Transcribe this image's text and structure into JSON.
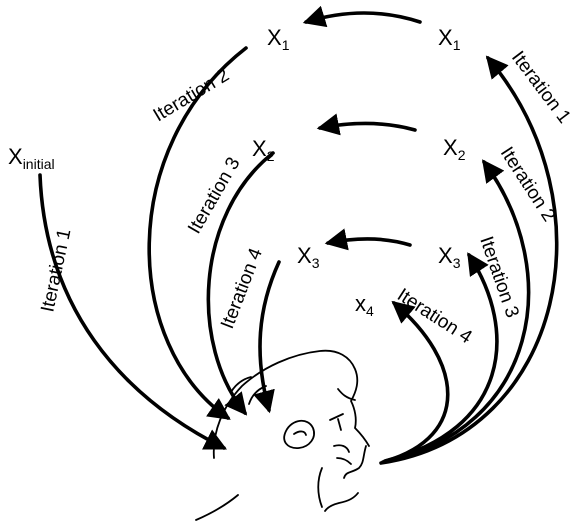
{
  "diagram": {
    "x_initial": {
      "main": "X",
      "sub": "initial"
    },
    "outer_left_x": [
      {
        "main": "X",
        "sub": "1"
      },
      {
        "main": "X",
        "sub": "2"
      },
      {
        "main": "X",
        "sub": "3"
      }
    ],
    "outer_right_x": [
      {
        "main": "X",
        "sub": "1"
      },
      {
        "main": "X",
        "sub": "2"
      },
      {
        "main": "X",
        "sub": "3"
      }
    ],
    "final_x": {
      "main": "x",
      "sub": "4"
    },
    "left_iterations": [
      "Iteration 1",
      "Iteration 2",
      "Iteration 3",
      "Iteration 4"
    ],
    "right_iterations": [
      "Iteration 1",
      "Iteration 2",
      "Iteration 3",
      "Iteration 4"
    ]
  }
}
